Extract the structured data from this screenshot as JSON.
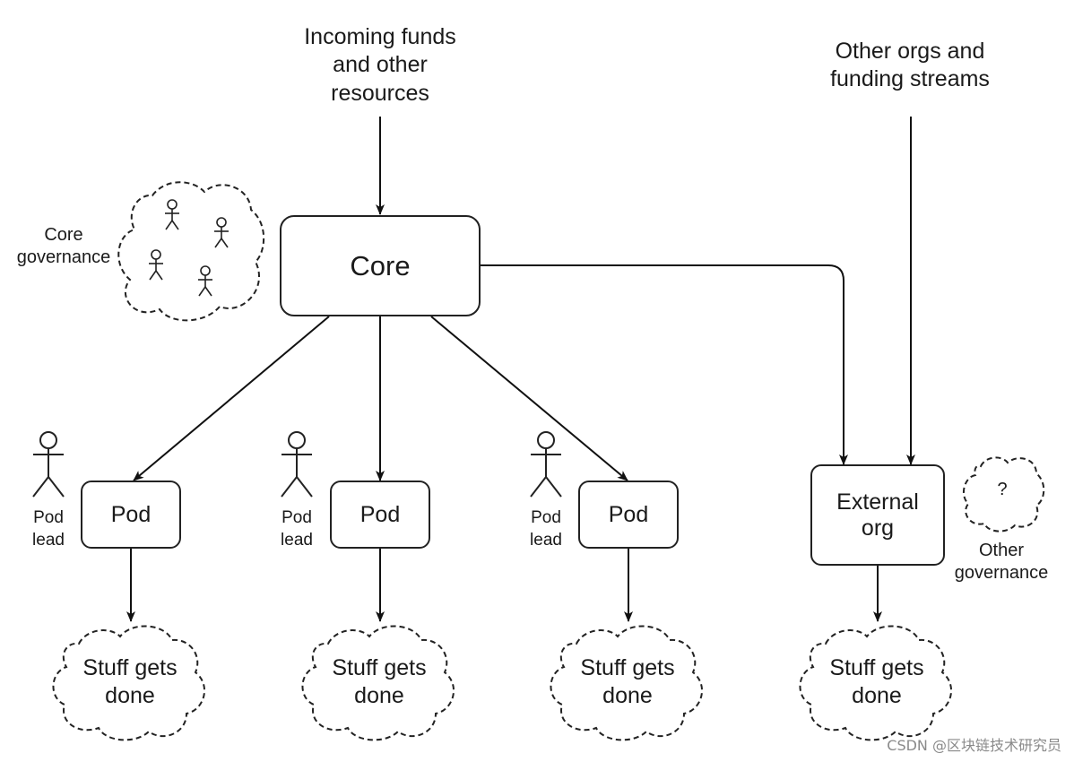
{
  "incoming": {
    "line1": "Incoming funds",
    "line2": "and other",
    "line3": "resources"
  },
  "other_orgs": {
    "line1": "Other orgs and",
    "line2": "funding streams"
  },
  "core": {
    "label": "Core"
  },
  "core_governance": {
    "line1": "Core",
    "line2": "governance"
  },
  "pods": [
    {
      "label": "Pod",
      "lead_line1": "Pod",
      "lead_line2": "lead",
      "outcome_line1": "Stuff gets",
      "outcome_line2": "done"
    },
    {
      "label": "Pod",
      "lead_line1": "Pod",
      "lead_line2": "lead",
      "outcome_line1": "Stuff gets",
      "outcome_line2": "done"
    },
    {
      "label": "Pod",
      "lead_line1": "Pod",
      "lead_line2": "lead",
      "outcome_line1": "Stuff gets",
      "outcome_line2": "done"
    }
  ],
  "external_org": {
    "line1": "External",
    "line2": "org",
    "outcome_line1": "Stuff gets",
    "outcome_line2": "done"
  },
  "other_governance": {
    "mark": "?",
    "line1": "Other",
    "line2": "governance"
  },
  "watermark": "CSDN @区块链技术研究员"
}
